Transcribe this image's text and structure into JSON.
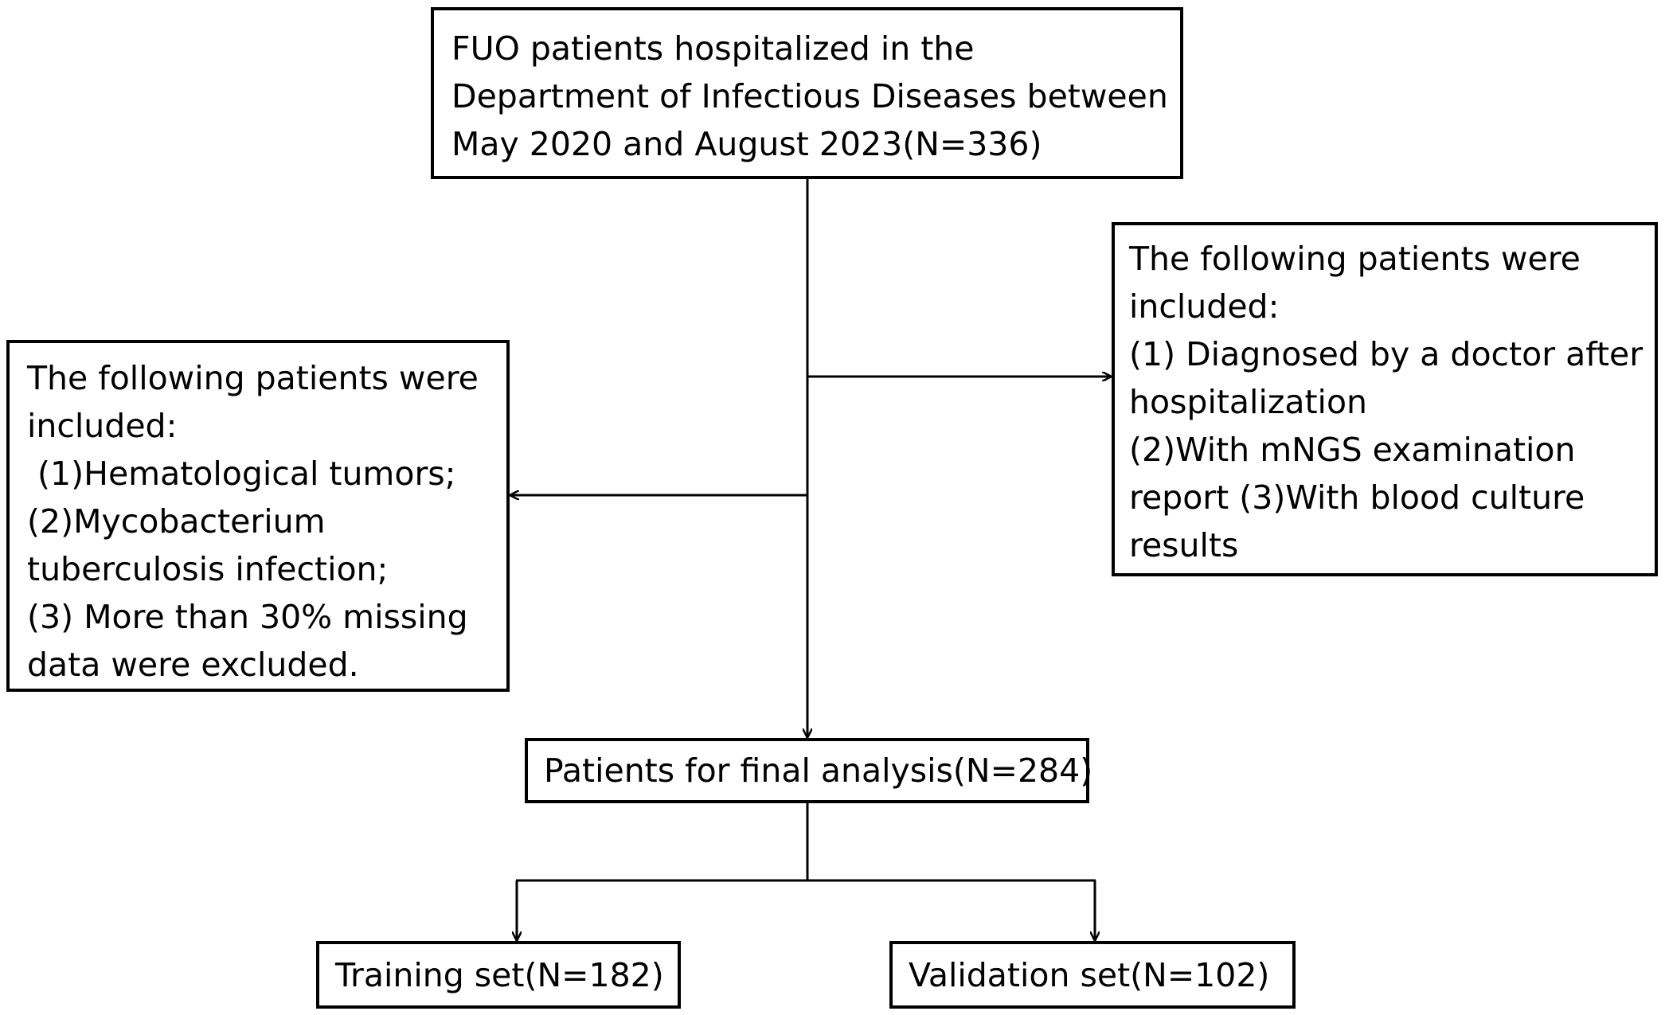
{
  "boxes": {
    "top": {
      "lines": [
        "FUO patients hospitalized in the",
        "Department of Infectious Diseases between",
        "May 2020 and August 2023(N=336)"
      ]
    },
    "right": {
      "lines": [
        "The following patients were",
        "included:",
        "(1) Diagnosed by a doctor after",
        "hospitalization",
        "(2)With mNGS examination",
        "report (3)With blood culture",
        "results"
      ]
    },
    "left": {
      "lines": [
        "The following patients were",
        "included:",
        " (1)Hematological tumors;",
        "(2)Mycobacterium",
        "tuberculosis infection;",
        "(3) More than 30% missing",
        "data were excluded."
      ]
    },
    "final": {
      "label": "Patients for final analysis(N=284)"
    },
    "training": {
      "label": "Training set(N=182)"
    },
    "validation": {
      "label": "Validation set(N=102)"
    }
  }
}
